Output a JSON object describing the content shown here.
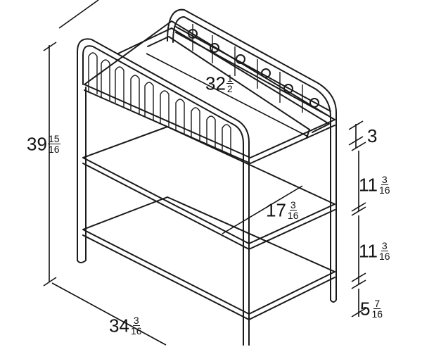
{
  "dimensions": {
    "total_height": {
      "whole": "39",
      "num": "15",
      "den": "16"
    },
    "top_length": {
      "whole": "32",
      "num": "1",
      "den": "2"
    },
    "rail_height": {
      "whole": "3",
      "num": "",
      "den": ""
    },
    "upper_gap": {
      "whole": "11",
      "num": "3",
      "den": "16"
    },
    "lower_gap": {
      "whole": "11",
      "num": "3",
      "den": "16"
    },
    "shelf_depth": {
      "whole": "17",
      "num": "3",
      "den": "16"
    },
    "foot_height": {
      "whole": "5",
      "num": "7",
      "den": "16"
    },
    "overall_width": {
      "whole": "34",
      "num": "3",
      "den": "16"
    }
  }
}
